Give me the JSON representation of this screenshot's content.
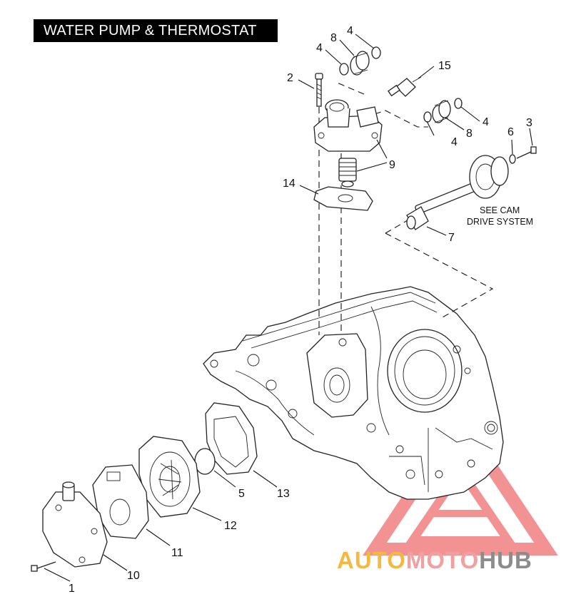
{
  "title": "WATER PUMP & THERMOSTAT",
  "note": {
    "line1": "SEE CAM",
    "line2": "DRIVE SYSTEM"
  },
  "callouts": {
    "c1": "1",
    "c2": "2",
    "c3": "3",
    "c4a": "4",
    "c4b": "4",
    "c4c": "4",
    "c4d": "4",
    "c5": "5",
    "c6": "6",
    "c7": "7",
    "c8a": "8",
    "c8b": "8",
    "c9": "9",
    "c10": "10",
    "c11": "11",
    "c12": "12",
    "c13": "13",
    "c14": "14",
    "c15": "15"
  },
  "watermark": {
    "part1": "AUTO",
    "part2": "MOTO",
    "part3": "HUB",
    "colors": {
      "orange": "#f5b942",
      "pink": "#f0a0a0",
      "gray": "#8c8c8c",
      "red": "#e83a3a"
    }
  }
}
